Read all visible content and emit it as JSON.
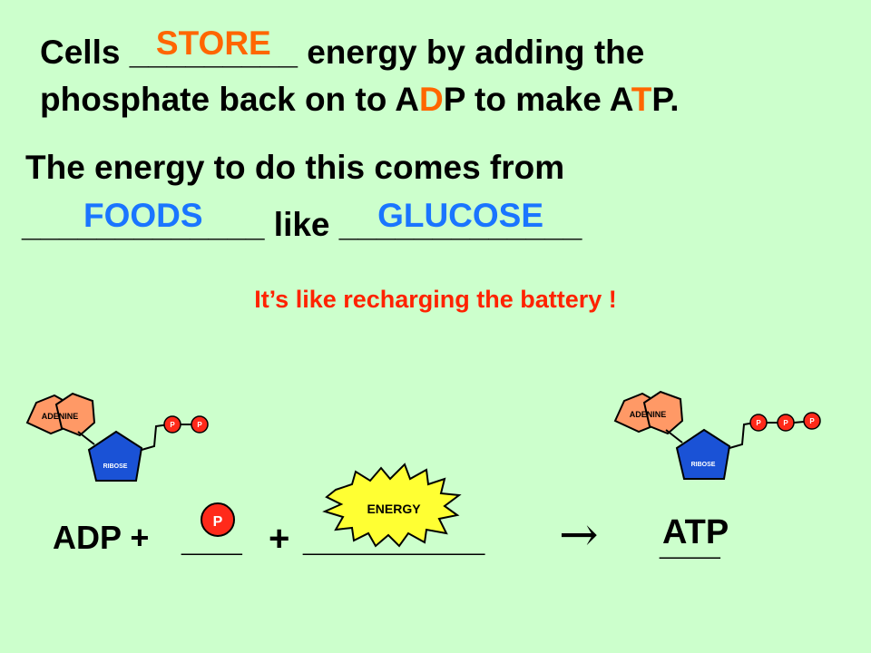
{
  "sentence1": {
    "prefix": "Cells ",
    "blank": "_________",
    "answer": "STORE",
    "suffix": " energy by adding the",
    "line2_part1": "phosphate back on to A",
    "line2_d": "D",
    "line2_part2": "P to make A",
    "line2_t": "T",
    "line2_part3": "P."
  },
  "sentence2": {
    "line1": "The energy to do this comes from",
    "blank1": "_____________",
    "answer1": "FOODS",
    "middle": " like ",
    "blank2": "_____________",
    "answer2": "GLUCOSE"
  },
  "tip": "It’s like recharging the battery !",
  "molecule": {
    "adenine": "ADENINE",
    "ribose": "RIBOSE",
    "phosphate": "P",
    "energy": "ENERGY"
  },
  "equation": {
    "adp": "ADP +",
    "blank_short": "___",
    "plus": "+",
    "blank_long": "_________",
    "arrow": "→",
    "atp": "ATP",
    "atp_underline": "___"
  },
  "colors": {
    "background": "#ccffcc",
    "orange": "#ff6600",
    "blue": "#1a75ff",
    "red": "#ff2200",
    "adenine": "#ff9966",
    "ribose": "#1a52d6",
    "phosphate": "#ff2a1a",
    "energy_burst": "#ffff33"
  }
}
